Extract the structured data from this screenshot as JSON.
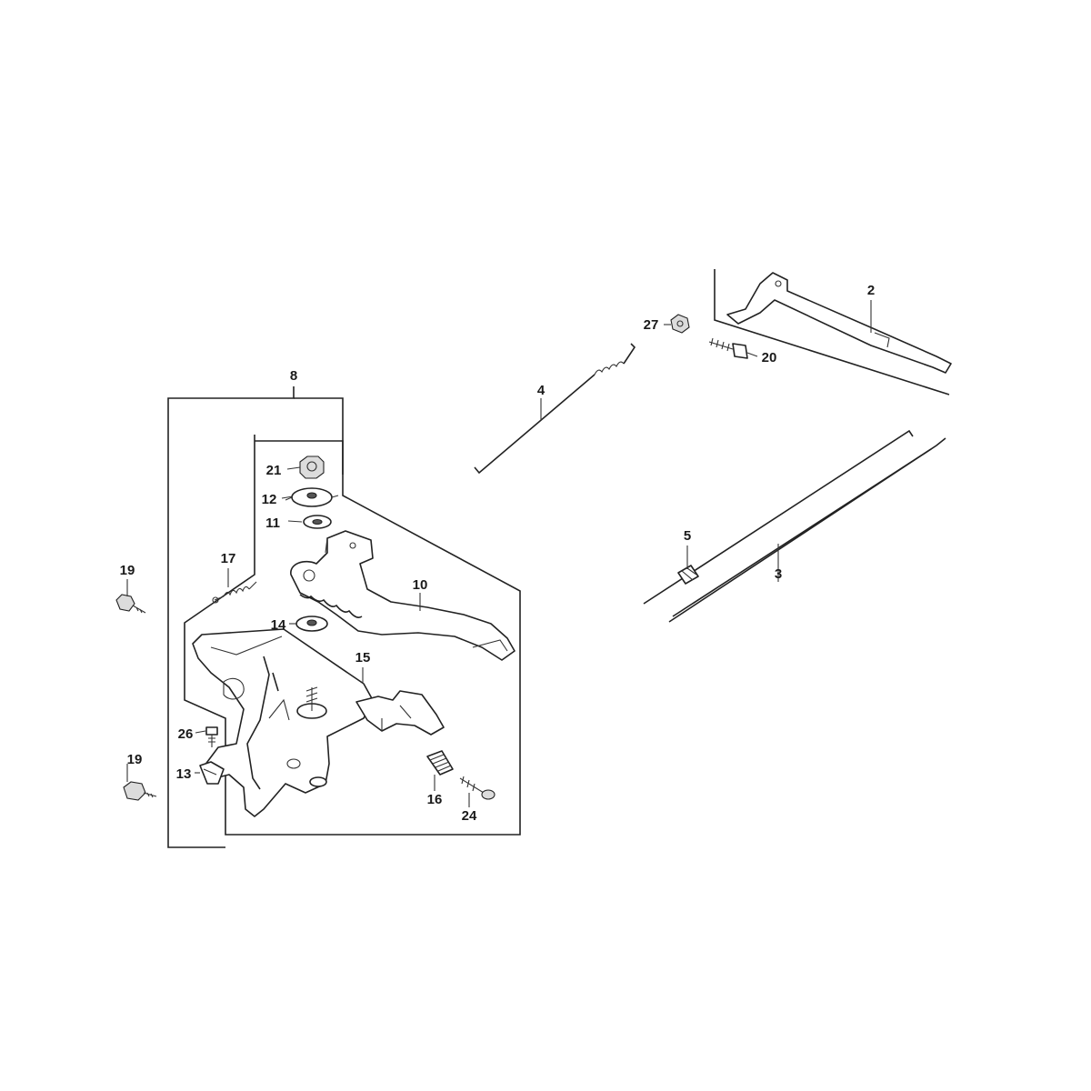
{
  "labels": {
    "l2": "2",
    "l3": "3",
    "l4": "4",
    "l5": "5",
    "l8": "8",
    "l10": "10",
    "l11": "11",
    "l12": "12",
    "l13": "13",
    "l14": "14",
    "l15": "15",
    "l16": "16",
    "l17": "17",
    "l19a": "19",
    "l19b": "19",
    "l20": "20",
    "l21": "21",
    "l24": "24",
    "l26": "26",
    "l27": "27"
  },
  "colors": {
    "line": "#222222",
    "background": "#ffffff"
  }
}
